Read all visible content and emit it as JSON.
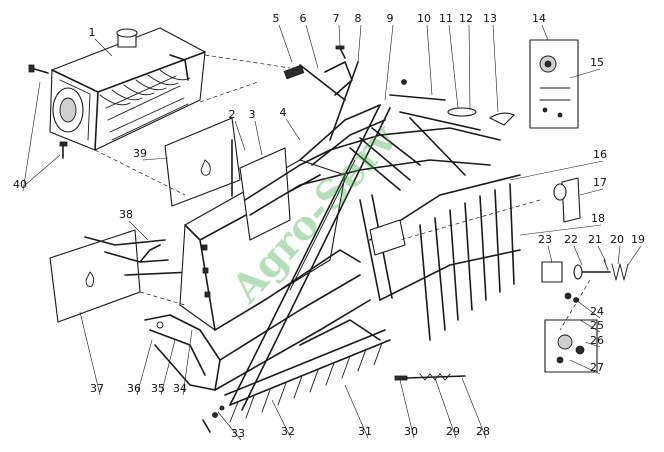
{
  "watermark": "Agro-Serv",
  "callouts": [
    {
      "id": 1,
      "label": "1"
    },
    {
      "id": 2,
      "label": "2"
    },
    {
      "id": 3,
      "label": "3"
    },
    {
      "id": 4,
      "label": "4"
    },
    {
      "id": 5,
      "label": "5"
    },
    {
      "id": 6,
      "label": "6"
    },
    {
      "id": 7,
      "label": "7"
    },
    {
      "id": 8,
      "label": "8"
    },
    {
      "id": 9,
      "label": "9"
    },
    {
      "id": 10,
      "label": "10"
    },
    {
      "id": 11,
      "label": "11"
    },
    {
      "id": 12,
      "label": "12"
    },
    {
      "id": 13,
      "label": "13"
    },
    {
      "id": 14,
      "label": "14"
    },
    {
      "id": 15,
      "label": "15"
    },
    {
      "id": 16,
      "label": "16"
    },
    {
      "id": 17,
      "label": "17"
    },
    {
      "id": 18,
      "label": "18"
    },
    {
      "id": 19,
      "label": "19"
    },
    {
      "id": 20,
      "label": "20"
    },
    {
      "id": 21,
      "label": "21"
    },
    {
      "id": 22,
      "label": "22"
    },
    {
      "id": 23,
      "label": "23"
    },
    {
      "id": 24,
      "label": "24"
    },
    {
      "id": 25,
      "label": "25"
    },
    {
      "id": 26,
      "label": "26"
    },
    {
      "id": 27,
      "label": "27"
    },
    {
      "id": 28,
      "label": "28"
    },
    {
      "id": 29,
      "label": "29"
    },
    {
      "id": 30,
      "label": "30"
    },
    {
      "id": 31,
      "label": "31"
    },
    {
      "id": 32,
      "label": "32"
    },
    {
      "id": 33,
      "label": "33"
    },
    {
      "id": 34,
      "label": "34"
    },
    {
      "id": 35,
      "label": "35"
    },
    {
      "id": 36,
      "label": "36"
    },
    {
      "id": 37,
      "label": "37"
    },
    {
      "id": 38,
      "label": "38"
    },
    {
      "id": 39,
      "label": "39"
    },
    {
      "id": 40,
      "label": "40"
    }
  ]
}
